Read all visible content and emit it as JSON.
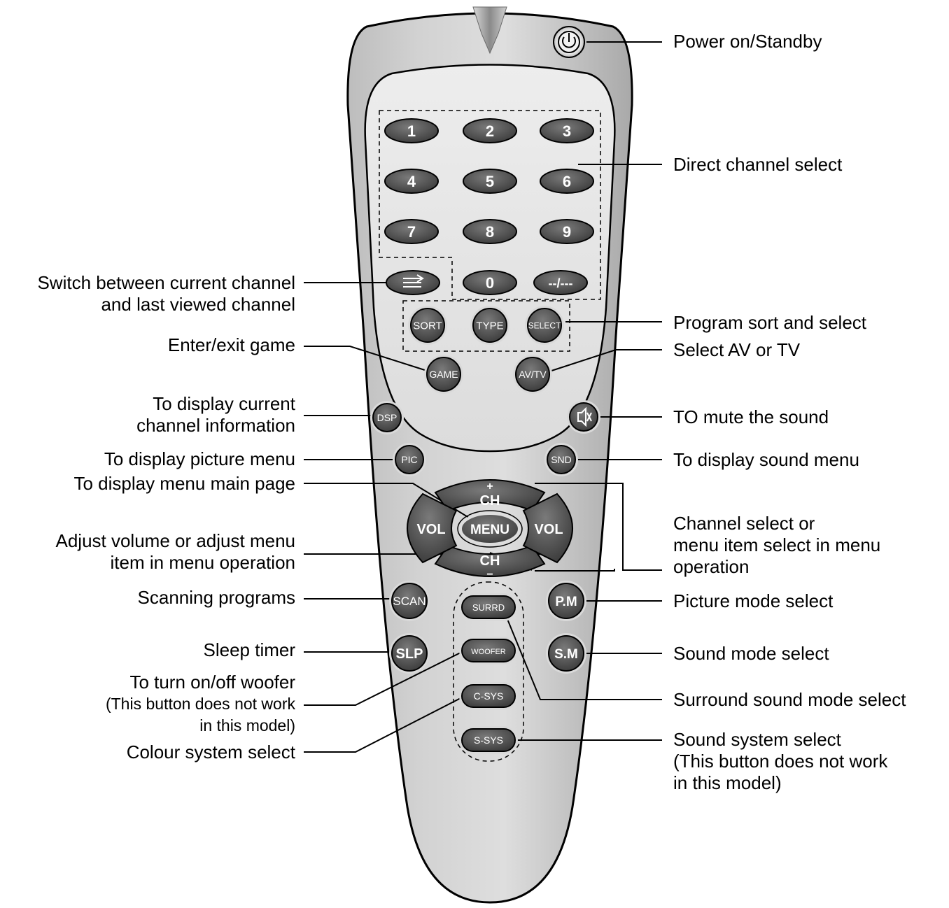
{
  "remote": {
    "digits": [
      "1",
      "2",
      "3",
      "4",
      "5",
      "6",
      "7",
      "8",
      "9",
      "0"
    ],
    "dash_label": "--/---",
    "sort_label": "SORT",
    "type_label": "TYPE",
    "select_label": "SELECT",
    "game_label": "GAME",
    "avtv_label": "AV/TV",
    "dsp_label": "DSP",
    "pic_label": "PIC",
    "snd_label": "SND",
    "ch_label": "CH",
    "vol_label": "VOL",
    "menu_label": "MENU",
    "scan_label": "SCAN",
    "slp_label": "SLP",
    "surrd_label": "SURRD",
    "woofer_label": "WOOFER",
    "csys_label": "C-SYS",
    "ssys_label": "S-SYS",
    "pm_label": "P.M",
    "sm_label": "S.M"
  },
  "labels_left": {
    "switch_line1": "Switch between current channel",
    "switch_line2": "and last viewed channel",
    "game": "Enter/exit game",
    "display_info_line1": "To display current",
    "display_info_line2": "channel information",
    "picture_menu": "To display picture menu",
    "menu_main": "To display menu main page",
    "volume_line1": "Adjust volume or adjust menu",
    "volume_line2": "item in menu operation",
    "scanning": "Scanning programs",
    "sleep": "Sleep timer",
    "woofer_line1": "To turn on/off woofer",
    "woofer_line2": "(This button does not work",
    "woofer_line3": "in this model)",
    "colour": "Colour system select"
  },
  "labels_right": {
    "power": "Power on/Standby",
    "direct": "Direct channel select",
    "program_sort": "Program sort and select",
    "av_tv": "Select AV or TV",
    "mute": "TO mute the sound",
    "sound_menu": "To display sound menu",
    "channel_line1": "Channel select or",
    "channel_line2": "menu item select in menu",
    "channel_line3": "operation",
    "picture_mode": "Picture mode select",
    "sound_mode": "Sound mode select",
    "surround": "Surround sound mode select",
    "sound_system_line1": "Sound system select",
    "sound_system_line2": "(This button does not work",
    "sound_system_line3": "in this model)"
  }
}
